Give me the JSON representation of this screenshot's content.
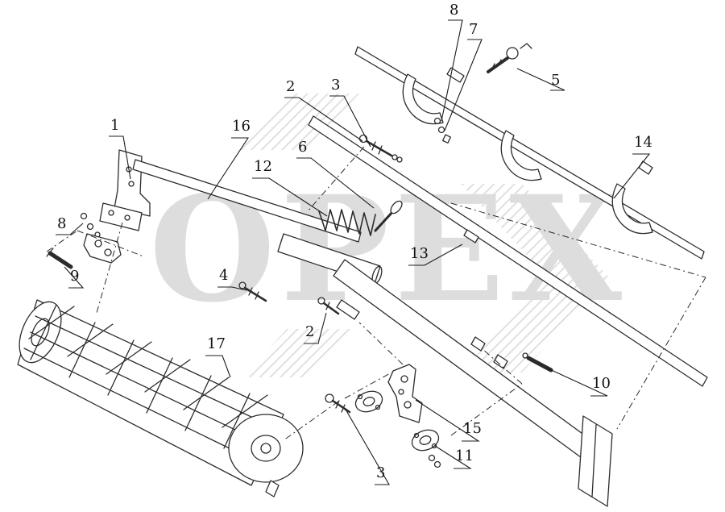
{
  "page": {
    "background_color": "#ffffff",
    "line_color": "#2b2b2b"
  },
  "watermark": {
    "text": "OPEX",
    "color": "#bdbdbd"
  },
  "labels": [
    {
      "part": "8",
      "text": "8"
    },
    {
      "part": "7",
      "text": "7"
    },
    {
      "part": "5",
      "text": "5"
    },
    {
      "part": "2",
      "text": "2"
    },
    {
      "part": "3",
      "text": "3"
    },
    {
      "part": "1",
      "text": "1"
    },
    {
      "part": "16",
      "text": "16"
    },
    {
      "part": "6",
      "text": "6"
    },
    {
      "part": "14",
      "text": "14"
    },
    {
      "part": "12",
      "text": "12"
    },
    {
      "part": "8",
      "text": "8"
    },
    {
      "part": "13",
      "text": "13"
    },
    {
      "part": "9",
      "text": "9"
    },
    {
      "part": "4",
      "text": "4"
    },
    {
      "part": "2",
      "text": "2"
    },
    {
      "part": "17",
      "text": "17"
    },
    {
      "part": "10",
      "text": "10"
    },
    {
      "part": "15",
      "text": "15"
    },
    {
      "part": "11",
      "text": "11"
    },
    {
      "part": "3",
      "text": "3"
    }
  ]
}
